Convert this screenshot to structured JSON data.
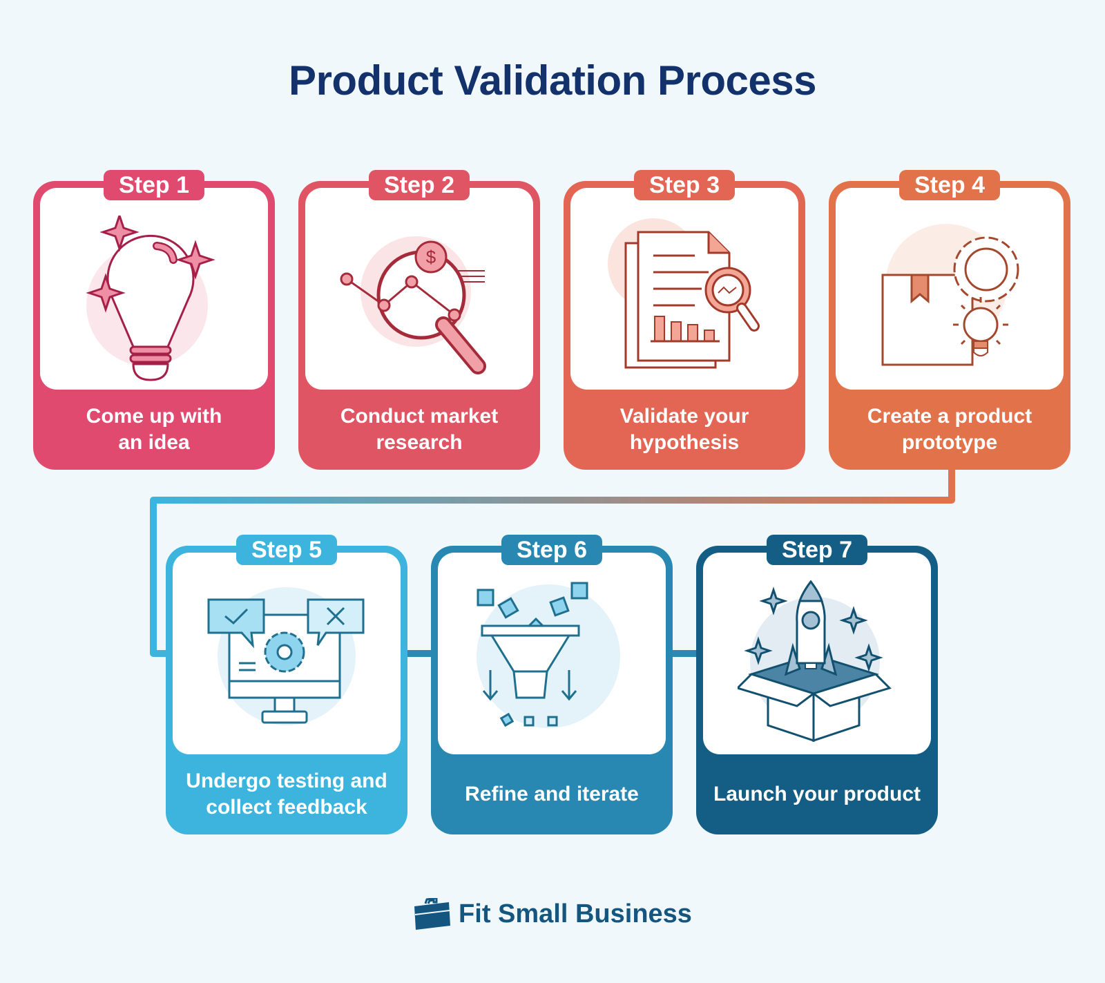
{
  "title": "Product Validation Process",
  "colors": {
    "background": "#f1f8fc",
    "title": "#13316a",
    "step1": "#e04a6f",
    "step2": "#e05563",
    "step3": "#e26653",
    "step4": "#e2724a",
    "step5": "#3cb4de",
    "step6": "#2888b1",
    "step7": "#145d84",
    "brand": "#145680"
  },
  "steps": [
    {
      "badge": "Step 1",
      "line1": "Come up with",
      "line2": "an idea",
      "icon": "lightbulb-icon"
    },
    {
      "badge": "Step 2",
      "line1": "Conduct market",
      "line2": "research",
      "icon": "market-research-magnifier-icon"
    },
    {
      "badge": "Step 3",
      "line1": "Validate your",
      "line2": "hypothesis",
      "icon": "document-analysis-icon"
    },
    {
      "badge": "Step 4",
      "line1": "Create a product",
      "line2": "prototype",
      "icon": "prototype-box-gear-icon"
    },
    {
      "badge": "Step 5",
      "line1": "Undergo testing and",
      "line2": "collect feedback",
      "icon": "monitor-feedback-icon"
    },
    {
      "badge": "Step 6",
      "line1": "Refine and iterate",
      "line2": "",
      "icon": "funnel-icon"
    },
    {
      "badge": "Step 7",
      "line1": "Launch your product",
      "line2": "",
      "icon": "rocket-box-icon"
    }
  ],
  "footer": {
    "brand": "Fit Small Business",
    "logo": "briefcase-icon"
  }
}
